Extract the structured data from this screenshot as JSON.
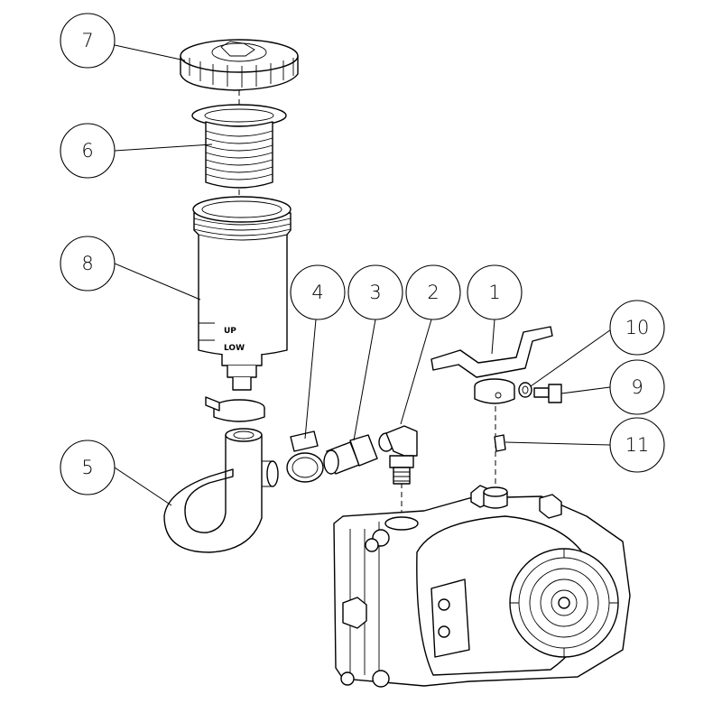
{
  "callouts": [
    {
      "id": "7",
      "label": "7"
    },
    {
      "id": "6",
      "label": "6"
    },
    {
      "id": "8",
      "label": "8"
    },
    {
      "id": "5",
      "label": "5"
    },
    {
      "id": "4",
      "label": "4"
    },
    {
      "id": "3",
      "label": "3"
    },
    {
      "id": "2",
      "label": "2"
    },
    {
      "id": "1",
      "label": "1"
    },
    {
      "id": "10",
      "label": "10"
    },
    {
      "id": "9",
      "label": "9"
    },
    {
      "id": "11",
      "label": "11"
    }
  ],
  "reservoir": {
    "mark_up": "UP",
    "mark_low": "LOW"
  }
}
